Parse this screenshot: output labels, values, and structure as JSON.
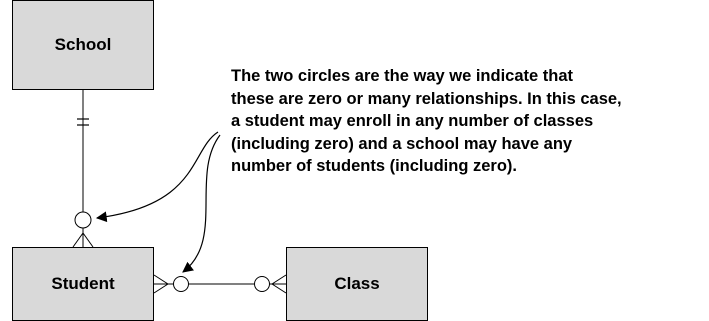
{
  "entities": {
    "school": "School",
    "student": "Student",
    "class": "Class"
  },
  "annotation": {
    "lines": [
      "The two circles are the way we indicate that",
      "these are zero or many relationships. In this case,",
      "a student may enroll in any number of classes",
      "(including zero) and a school may have any",
      "number of students (including zero)."
    ]
  },
  "relationships": [
    {
      "from": "school",
      "to": "student",
      "from_cardinality": "exactly-one",
      "to_cardinality": "zero-or-many"
    },
    {
      "from": "student",
      "to": "class",
      "from_cardinality": "zero-or-many",
      "to_cardinality": "zero-or-many"
    }
  ],
  "colors": {
    "entity_fill": "#d9d9d9",
    "stroke": "#000000",
    "text": "#000000"
  }
}
